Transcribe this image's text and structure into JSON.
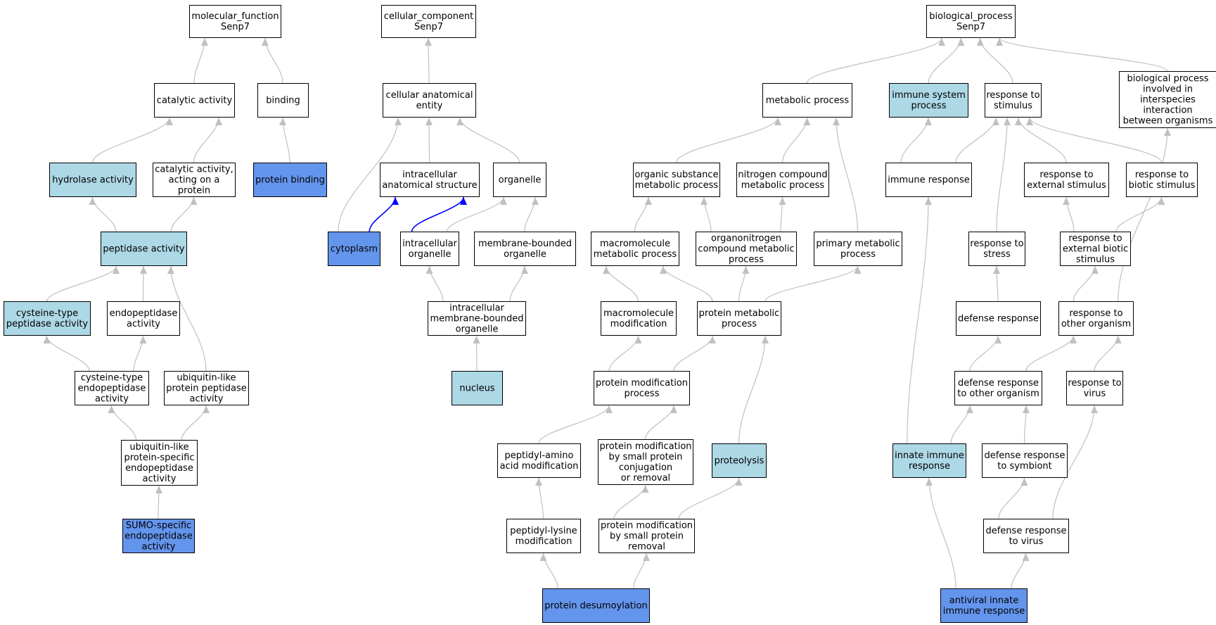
{
  "colors": {
    "plain": "#ffffff",
    "light": "#add8e6",
    "dark": "#6495ed",
    "edge": "#c0c0c0",
    "highlight_edge": "#0000ff",
    "stroke": "#000000"
  },
  "nodes": {
    "mf": {
      "lines": [
        "molecular_function",
        "Senp7"
      ],
      "fill": "plain"
    },
    "cat": {
      "lines": [
        "catalytic activity"
      ],
      "fill": "plain"
    },
    "binding": {
      "lines": [
        "binding"
      ],
      "fill": "plain"
    },
    "hydrolase": {
      "lines": [
        "hydrolase activity"
      ],
      "fill": "light"
    },
    "catprot": {
      "lines": [
        "catalytic activity,",
        "acting on a",
        "protein"
      ],
      "fill": "plain"
    },
    "protbind": {
      "lines": [
        "protein binding"
      ],
      "fill": "dark"
    },
    "peptidase": {
      "lines": [
        "peptidase activity"
      ],
      "fill": "light"
    },
    "cyspep": {
      "lines": [
        "cysteine-type",
        "peptidase activity"
      ],
      "fill": "light"
    },
    "endopep": {
      "lines": [
        "endopeptidase",
        "activity"
      ],
      "fill": "plain"
    },
    "cysendo": {
      "lines": [
        "cysteine-type",
        "endopeptidase",
        "activity"
      ],
      "fill": "plain"
    },
    "ublpep": {
      "lines": [
        "ubiquitin-like",
        "protein peptidase",
        "activity"
      ],
      "fill": "plain"
    },
    "ublendo": {
      "lines": [
        "ubiquitin-like",
        "protein-specific",
        "endopeptidase",
        "activity"
      ],
      "fill": "plain"
    },
    "sumo": {
      "lines": [
        "SUMO-specific",
        "endopeptidase",
        "activity"
      ],
      "fill": "dark"
    },
    "cc": {
      "lines": [
        "cellular_component",
        "Senp7"
      ],
      "fill": "plain"
    },
    "cae": {
      "lines": [
        "cellular anatomical",
        "entity"
      ],
      "fill": "plain"
    },
    "ias": {
      "lines": [
        "intracellular",
        "anatomical structure"
      ],
      "fill": "plain"
    },
    "organelle": {
      "lines": [
        "organelle"
      ],
      "fill": "plain"
    },
    "cytoplasm": {
      "lines": [
        "cytoplasm"
      ],
      "fill": "dark"
    },
    "intorg": {
      "lines": [
        "intracellular",
        "organelle"
      ],
      "fill": "plain"
    },
    "mbo": {
      "lines": [
        "membrane-bounded",
        "organelle"
      ],
      "fill": "plain"
    },
    "imbo": {
      "lines": [
        "intracellular",
        "membrane-bounded",
        "organelle"
      ],
      "fill": "plain"
    },
    "nucleus": {
      "lines": [
        "nucleus"
      ],
      "fill": "light"
    },
    "metab": {
      "lines": [
        "metabolic process"
      ],
      "fill": "plain"
    },
    "osmp": {
      "lines": [
        "organic substance",
        "metabolic process"
      ],
      "fill": "plain"
    },
    "ncmp": {
      "lines": [
        "nitrogen compound",
        "metabolic process"
      ],
      "fill": "plain"
    },
    "mmp": {
      "lines": [
        "macromolecule",
        "metabolic process"
      ],
      "fill": "plain"
    },
    "ocmp": {
      "lines": [
        "organonitrogen",
        "compound metabolic",
        "process"
      ],
      "fill": "plain"
    },
    "pmp": {
      "lines": [
        "primary metabolic",
        "process"
      ],
      "fill": "plain"
    },
    "mm": {
      "lines": [
        "macromolecule",
        "modification"
      ],
      "fill": "plain"
    },
    "protmp": {
      "lines": [
        "protein metabolic",
        "process"
      ],
      "fill": "plain"
    },
    "pmod": {
      "lines": [
        "protein modification",
        "process"
      ],
      "fill": "plain"
    },
    "pam": {
      "lines": [
        "peptidyl-amino",
        "acid modification"
      ],
      "fill": "plain"
    },
    "pmsc": {
      "lines": [
        "protein modification",
        "by small protein",
        "conjugation",
        "or removal"
      ],
      "fill": "plain"
    },
    "proteolysis": {
      "lines": [
        "proteolysis"
      ],
      "fill": "light"
    },
    "plm": {
      "lines": [
        "peptidyl-lysine",
        "modification"
      ],
      "fill": "plain"
    },
    "pmsr": {
      "lines": [
        "protein modification",
        "by small protein",
        "removal"
      ],
      "fill": "plain"
    },
    "desumo": {
      "lines": [
        "protein desumoylation"
      ],
      "fill": "dark"
    },
    "bp": {
      "lines": [
        "biological_process",
        "Senp7"
      ],
      "fill": "plain"
    },
    "isp": {
      "lines": [
        "immune system",
        "process"
      ],
      "fill": "light"
    },
    "rts": {
      "lines": [
        "response to",
        "stimulus"
      ],
      "fill": "plain"
    },
    "bpio": {
      "lines": [
        "biological process",
        "involved in",
        "interspecies",
        "interaction",
        "between organisms"
      ],
      "fill": "plain"
    },
    "ir": {
      "lines": [
        "immune response"
      ],
      "fill": "plain"
    },
    "res": {
      "lines": [
        "response to",
        "external stimulus"
      ],
      "fill": "plain"
    },
    "rbs": {
      "lines": [
        "response to",
        "biotic stimulus"
      ],
      "fill": "plain"
    },
    "rstress": {
      "lines": [
        "response to",
        "stress"
      ],
      "fill": "plain"
    },
    "rebs": {
      "lines": [
        "response to",
        "external biotic",
        "stimulus"
      ],
      "fill": "plain"
    },
    "dr": {
      "lines": [
        "defense response"
      ],
      "fill": "plain"
    },
    "rto": {
      "lines": [
        "response to",
        "other organism"
      ],
      "fill": "plain"
    },
    "drto": {
      "lines": [
        "defense response",
        "to other organism"
      ],
      "fill": "plain"
    },
    "rtv": {
      "lines": [
        "response to",
        "virus"
      ],
      "fill": "plain"
    },
    "iir": {
      "lines": [
        "innate immune",
        "response"
      ],
      "fill": "light"
    },
    "drsym": {
      "lines": [
        "defense response",
        "to symbiont"
      ],
      "fill": "plain"
    },
    "drv": {
      "lines": [
        "defense response",
        "to virus"
      ],
      "fill": "plain"
    },
    "aiir": {
      "lines": [
        "antiviral innate",
        "immune response"
      ],
      "fill": "dark"
    }
  },
  "edges": [
    {
      "from": "cat",
      "to": "mf"
    },
    {
      "from": "binding",
      "to": "mf"
    },
    {
      "from": "hydrolase",
      "to": "cat"
    },
    {
      "from": "catprot",
      "to": "cat"
    },
    {
      "from": "protbind",
      "to": "binding"
    },
    {
      "from": "peptidase",
      "to": "hydrolase"
    },
    {
      "from": "peptidase",
      "to": "catprot"
    },
    {
      "from": "cyspep",
      "to": "peptidase"
    },
    {
      "from": "endopep",
      "to": "peptidase"
    },
    {
      "from": "ublpep",
      "to": "peptidase"
    },
    {
      "from": "cysendo",
      "to": "cyspep"
    },
    {
      "from": "cysendo",
      "to": "endopep"
    },
    {
      "from": "ublendo",
      "to": "cysendo"
    },
    {
      "from": "ublendo",
      "to": "ublpep"
    },
    {
      "from": "sumo",
      "to": "ublendo"
    },
    {
      "from": "cae",
      "to": "cc"
    },
    {
      "from": "ias",
      "to": "cae"
    },
    {
      "from": "organelle",
      "to": "cae"
    },
    {
      "from": "cytoplasm",
      "to": "cae"
    },
    {
      "from": "cytoplasm",
      "to": "ias",
      "highlight": true
    },
    {
      "from": "intorg",
      "to": "ias",
      "highlight": true
    },
    {
      "from": "intorg",
      "to": "organelle"
    },
    {
      "from": "mbo",
      "to": "organelle"
    },
    {
      "from": "imbo",
      "to": "intorg"
    },
    {
      "from": "imbo",
      "to": "mbo"
    },
    {
      "from": "nucleus",
      "to": "imbo"
    },
    {
      "from": "metab",
      "to": "bp"
    },
    {
      "from": "isp",
      "to": "bp"
    },
    {
      "from": "rts",
      "to": "bp"
    },
    {
      "from": "bpio",
      "to": "bp"
    },
    {
      "from": "osmp",
      "to": "metab"
    },
    {
      "from": "ncmp",
      "to": "metab"
    },
    {
      "from": "pmp",
      "to": "metab"
    },
    {
      "from": "mmp",
      "to": "osmp"
    },
    {
      "from": "ocmp",
      "to": "osmp"
    },
    {
      "from": "ocmp",
      "to": "ncmp"
    },
    {
      "from": "mm",
      "to": "mmp"
    },
    {
      "from": "protmp",
      "to": "mmp"
    },
    {
      "from": "protmp",
      "to": "ocmp"
    },
    {
      "from": "protmp",
      "to": "pmp"
    },
    {
      "from": "pmod",
      "to": "mm"
    },
    {
      "from": "pmod",
      "to": "protmp"
    },
    {
      "from": "pam",
      "to": "pmod"
    },
    {
      "from": "pmsc",
      "to": "pmod"
    },
    {
      "from": "proteolysis",
      "to": "protmp"
    },
    {
      "from": "plm",
      "to": "pam"
    },
    {
      "from": "pmsr",
      "to": "pmsc"
    },
    {
      "from": "pmsr",
      "to": "proteolysis"
    },
    {
      "from": "desumo",
      "to": "plm"
    },
    {
      "from": "desumo",
      "to": "pmsr"
    },
    {
      "from": "ir",
      "to": "isp"
    },
    {
      "from": "ir",
      "to": "rts"
    },
    {
      "from": "res",
      "to": "rts"
    },
    {
      "from": "rbs",
      "to": "rts"
    },
    {
      "from": "rstress",
      "to": "rts"
    },
    {
      "from": "rebs",
      "to": "res"
    },
    {
      "from": "rebs",
      "to": "rbs"
    },
    {
      "from": "rto",
      "to": "rebs"
    },
    {
      "from": "rto",
      "to": "bpio"
    },
    {
      "from": "dr",
      "to": "rstress"
    },
    {
      "from": "drto",
      "to": "dr"
    },
    {
      "from": "drto",
      "to": "rto"
    },
    {
      "from": "rtv",
      "to": "rto"
    },
    {
      "from": "iir",
      "to": "ir"
    },
    {
      "from": "iir",
      "to": "drto"
    },
    {
      "from": "drsym",
      "to": "drto"
    },
    {
      "from": "drv",
      "to": "drsym"
    },
    {
      "from": "drv",
      "to": "rtv"
    },
    {
      "from": "aiir",
      "to": "iir"
    },
    {
      "from": "aiir",
      "to": "drv"
    }
  ]
}
